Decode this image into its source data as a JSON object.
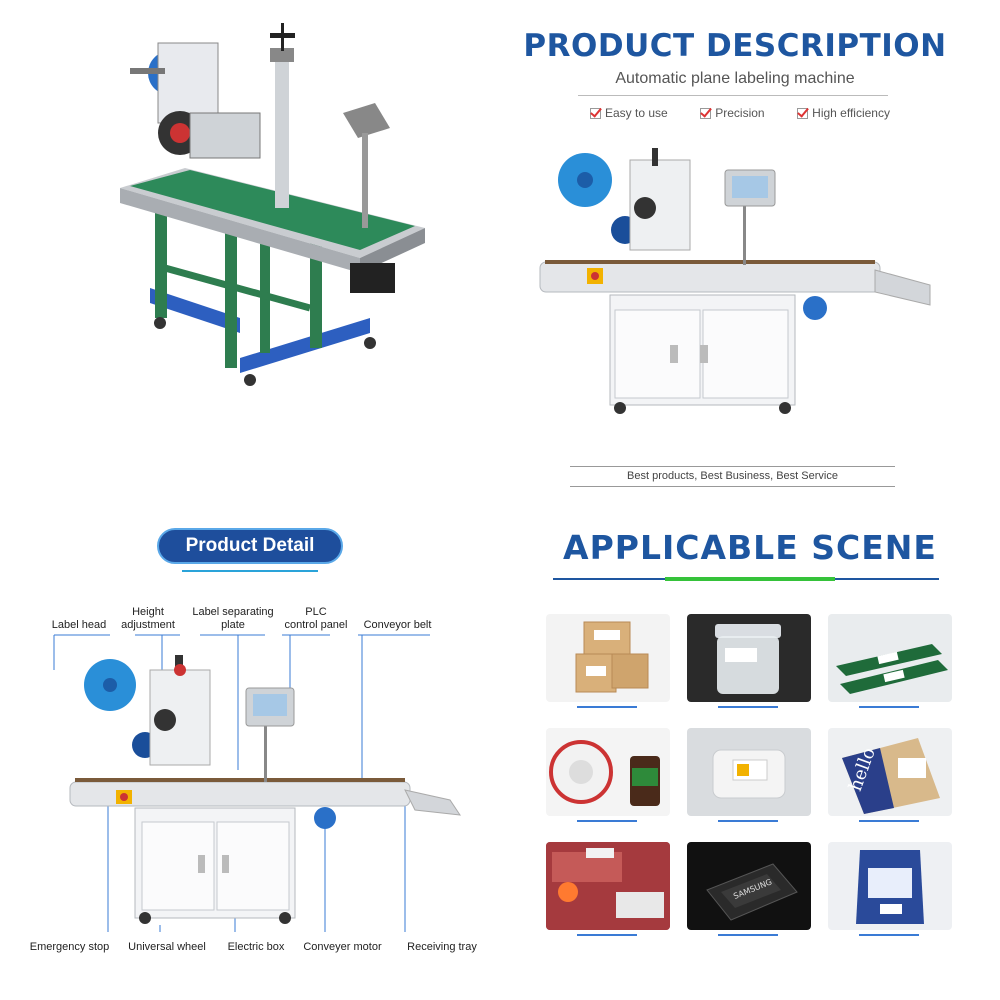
{
  "product_description": {
    "title": "PRODUCT DESCRIPTION",
    "subtitle": "Automatic plane labeling machine",
    "features": [
      "Easy to use",
      "Precision",
      "High efficiency"
    ],
    "footer": "Best products, Best Business, Best Service"
  },
  "product_detail": {
    "title": "Product Detail",
    "callouts": {
      "label_head": "Label head",
      "height_adjustment_1": "Height",
      "height_adjustment_2": "adjustment",
      "label_separating_1": "Label separating",
      "label_separating_2": "plate",
      "plc_1": "PLC",
      "plc_2": "control panel",
      "conveyor_belt": "Conveyor belt",
      "emergency_stop": "Emergency stop",
      "universal_wheel": "Universal wheel",
      "electric_box": "Electric box",
      "conveyer_motor": "Conveyer motor",
      "receiving_tray": "Receiving tray"
    }
  },
  "applicable_scene": {
    "title": "APPLICABLE SCENE",
    "tiles": [
      {
        "icon": "carton-boxes"
      },
      {
        "icon": "plastic-container"
      },
      {
        "icon": "memory-modules"
      },
      {
        "icon": "label-rolls-and-jar"
      },
      {
        "icon": "labeled-tray"
      },
      {
        "icon": "envelope-hello"
      },
      {
        "icon": "meat-packages"
      },
      {
        "icon": "ssd-drive"
      },
      {
        "icon": "food-bag"
      }
    ],
    "tile_texts": {
      "hello": "hello",
      "ssd_brand": "SAMSUNG"
    }
  },
  "colors": {
    "brand_blue": "#1e56a0",
    "pill_blue": "#1e4e9c",
    "accent_green": "#35c23a",
    "check_red": "#d33333",
    "machine_blue": "#2a8fd8",
    "conveyor_green": "#2e7d4f"
  }
}
